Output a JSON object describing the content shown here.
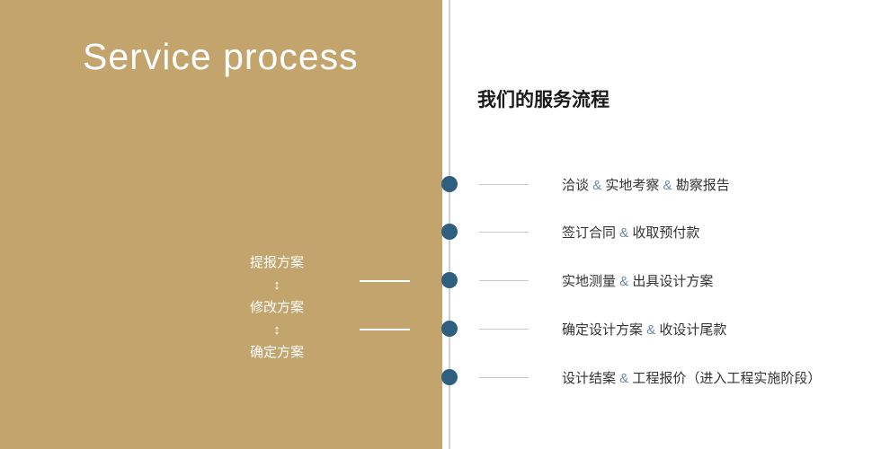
{
  "left": {
    "title": "Service process",
    "steps": [
      "提报方案",
      "修改方案",
      "确定方案"
    ],
    "arrow": "↕"
  },
  "right": {
    "title": "我们的服务流程",
    "separator": "&",
    "items": [
      {
        "parts": [
          "洽谈",
          "实地考察",
          "勘察报告"
        ]
      },
      {
        "parts": [
          "签订合同",
          "收取预付款"
        ]
      },
      {
        "parts": [
          "实地测量",
          "出具设计方案"
        ]
      },
      {
        "parts": [
          "确定设计方案",
          "收设计尾款"
        ]
      },
      {
        "parts": [
          "设计结案",
          "工程报价（进入工程实施阶段）"
        ]
      }
    ]
  },
  "colors": {
    "panel": "#c3a46c",
    "dot": "#2f5f7e",
    "ampersand": "#6b88a8",
    "connector_line": "#c9c9c9",
    "divider_line": "#d2d2d2",
    "body_text": "#333333",
    "title_text": "#1a1a1a",
    "panel_text": "#ffffff"
  }
}
